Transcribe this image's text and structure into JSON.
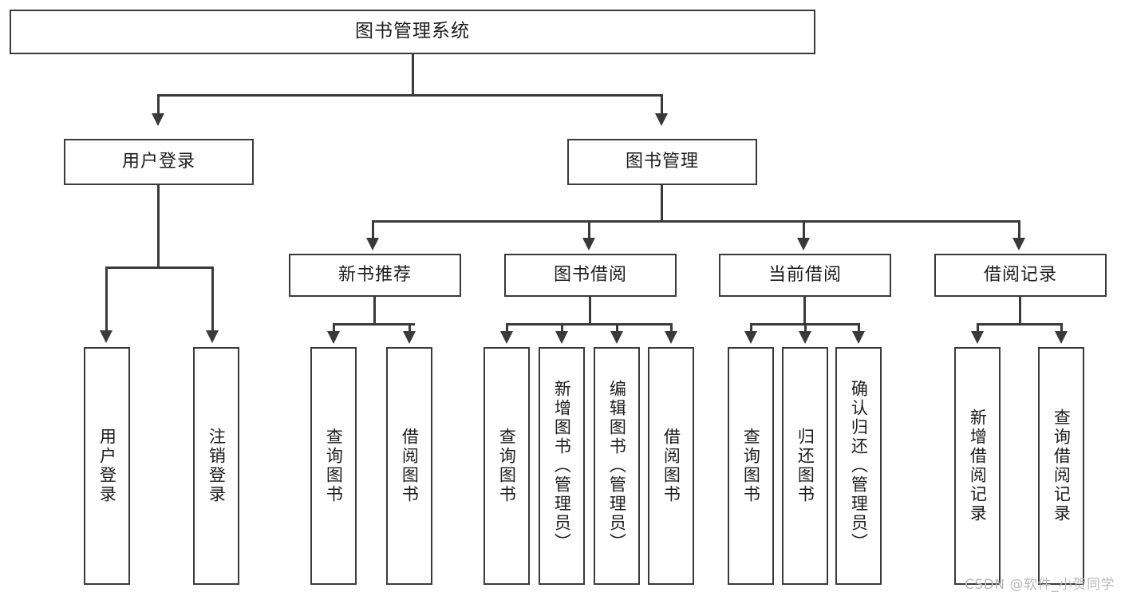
{
  "diagram": {
    "title": "图书管理系统",
    "type": "tree",
    "orientation": "top-down",
    "colors": {
      "box_border": "#3a3a3a",
      "box_fill": "#ffffff",
      "line": "#3a3a3a",
      "text": "#1c1c1c",
      "watermark": "#b9b9b9",
      "background": "#ffffff"
    },
    "root": {
      "label": "图书管理系统"
    },
    "level1": [
      {
        "id": "user-login",
        "label": "用户登录"
      },
      {
        "id": "book-manage",
        "label": "图书管理"
      }
    ],
    "level2": [
      {
        "id": "new-book-recommend",
        "label": "新书推荐",
        "parent": "book-manage"
      },
      {
        "id": "book-borrow",
        "label": "图书借阅",
        "parent": "book-manage"
      },
      {
        "id": "current-borrow",
        "label": "当前借阅",
        "parent": "book-manage"
      },
      {
        "id": "borrow-record",
        "label": "借阅记录",
        "parent": "book-manage"
      }
    ],
    "leaves": [
      {
        "id": "leaf-user-login",
        "label": "用户登录",
        "parent": "user-login"
      },
      {
        "id": "leaf-user-logout",
        "label": "注销登录",
        "parent": "user-login"
      },
      {
        "id": "leaf-query-book-1",
        "label": "查询图书",
        "parent": "new-book-recommend"
      },
      {
        "id": "leaf-borrow-book-1",
        "label": "借阅图书",
        "parent": "new-book-recommend"
      },
      {
        "id": "leaf-query-book-2",
        "label": "查询图书",
        "parent": "book-borrow"
      },
      {
        "id": "leaf-add-book",
        "label": "新增图书（管理员）",
        "parent": "book-borrow"
      },
      {
        "id": "leaf-edit-book",
        "label": "编辑图书（管理员）",
        "parent": "book-borrow"
      },
      {
        "id": "leaf-borrow-book-2",
        "label": "借阅图书",
        "parent": "book-borrow"
      },
      {
        "id": "leaf-query-book-3",
        "label": "查询图书",
        "parent": "current-borrow"
      },
      {
        "id": "leaf-return-book",
        "label": "归还图书",
        "parent": "current-borrow"
      },
      {
        "id": "leaf-confirm-return",
        "label": "确认归还（管理员）",
        "parent": "current-borrow"
      },
      {
        "id": "leaf-add-record",
        "label": "新增借阅记录",
        "parent": "borrow-record"
      },
      {
        "id": "leaf-query-record",
        "label": "查询借阅记录",
        "parent": "borrow-record"
      }
    ],
    "watermark": "CSDN @软件_小贺同学"
  }
}
